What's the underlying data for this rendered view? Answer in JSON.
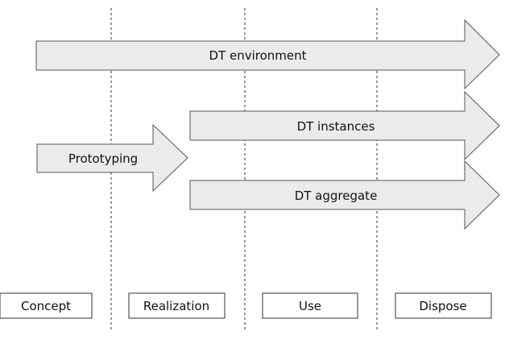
{
  "arrows": {
    "environment": "DT environment",
    "prototyping": "Prototyping",
    "instances": "DT instances",
    "aggregate": "DT aggregate"
  },
  "phases": [
    "Concept",
    "Realization",
    "Use",
    "Dispose"
  ]
}
